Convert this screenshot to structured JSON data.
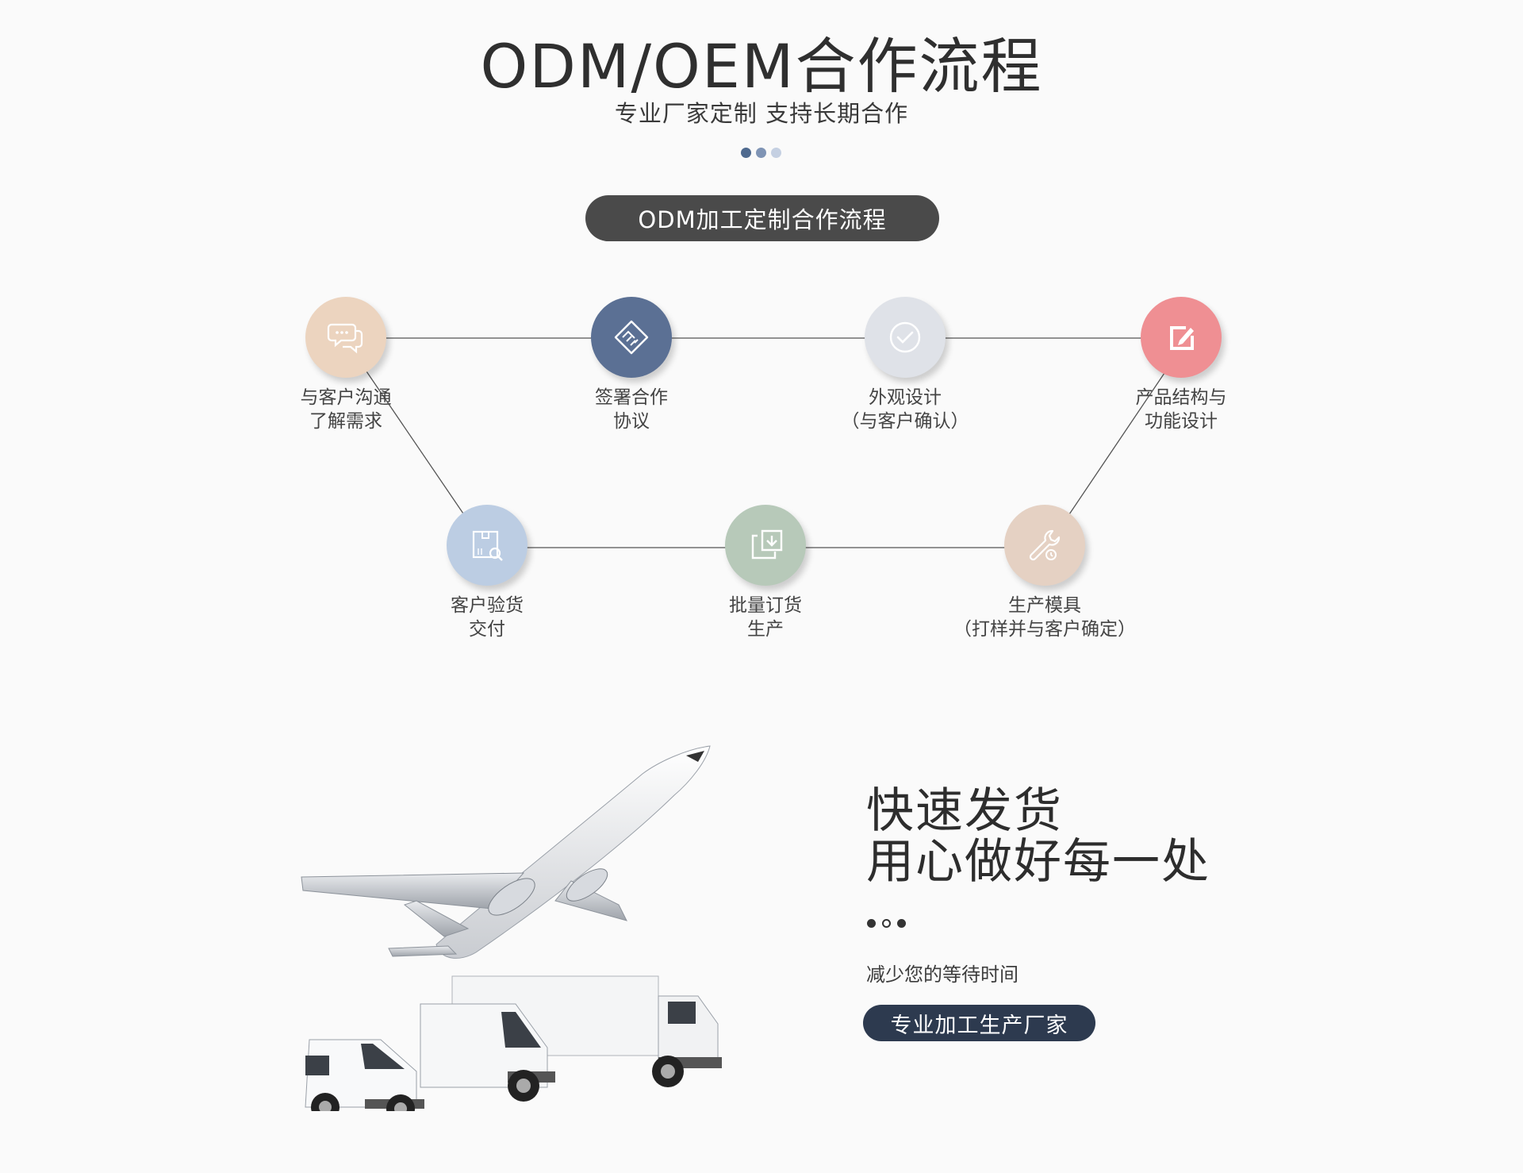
{
  "header": {
    "title": "ODM/OEM合作流程",
    "subtitle": "专业厂家定制 支持长期合作",
    "dot_colors": [
      "#4f6a8f",
      "#7f94b5",
      "#c5d0e2"
    ]
  },
  "process": {
    "pill_label": "ODM加工定制合作流程",
    "steps": [
      {
        "line1": "与客户沟通",
        "line2": "了解需求",
        "icon": "chat-bubbles-icon",
        "color": "#ecd4bf"
      },
      {
        "line1": "签署合作",
        "line2": "协议",
        "icon": "handshake-icon",
        "color": "#5b7094"
      },
      {
        "line1": "外观设计",
        "line2": "（与客户确认）",
        "icon": "checkmark-circle-icon",
        "color": "#dfe2e8"
      },
      {
        "line1": "产品结构与",
        "line2": "功能设计",
        "icon": "edit-icon",
        "color": "#ef8f93"
      },
      {
        "line1": "客户验货",
        "line2": "交付",
        "icon": "package-inspect-icon",
        "color": "#bccde3"
      },
      {
        "line1": "批量订货",
        "line2": "生产",
        "icon": "order-download-icon",
        "color": "#b7c9b9"
      },
      {
        "line1": "生产模具",
        "line2": "（打样并与客户确定）",
        "icon": "wrench-icon",
        "color": "#e5d1c3"
      }
    ]
  },
  "shipping": {
    "headline_line1": "快速发货",
    "headline_line2": "用心做好每一处",
    "subtitle": "减少您的等待时间",
    "button_label": "专业加工生产厂家"
  }
}
